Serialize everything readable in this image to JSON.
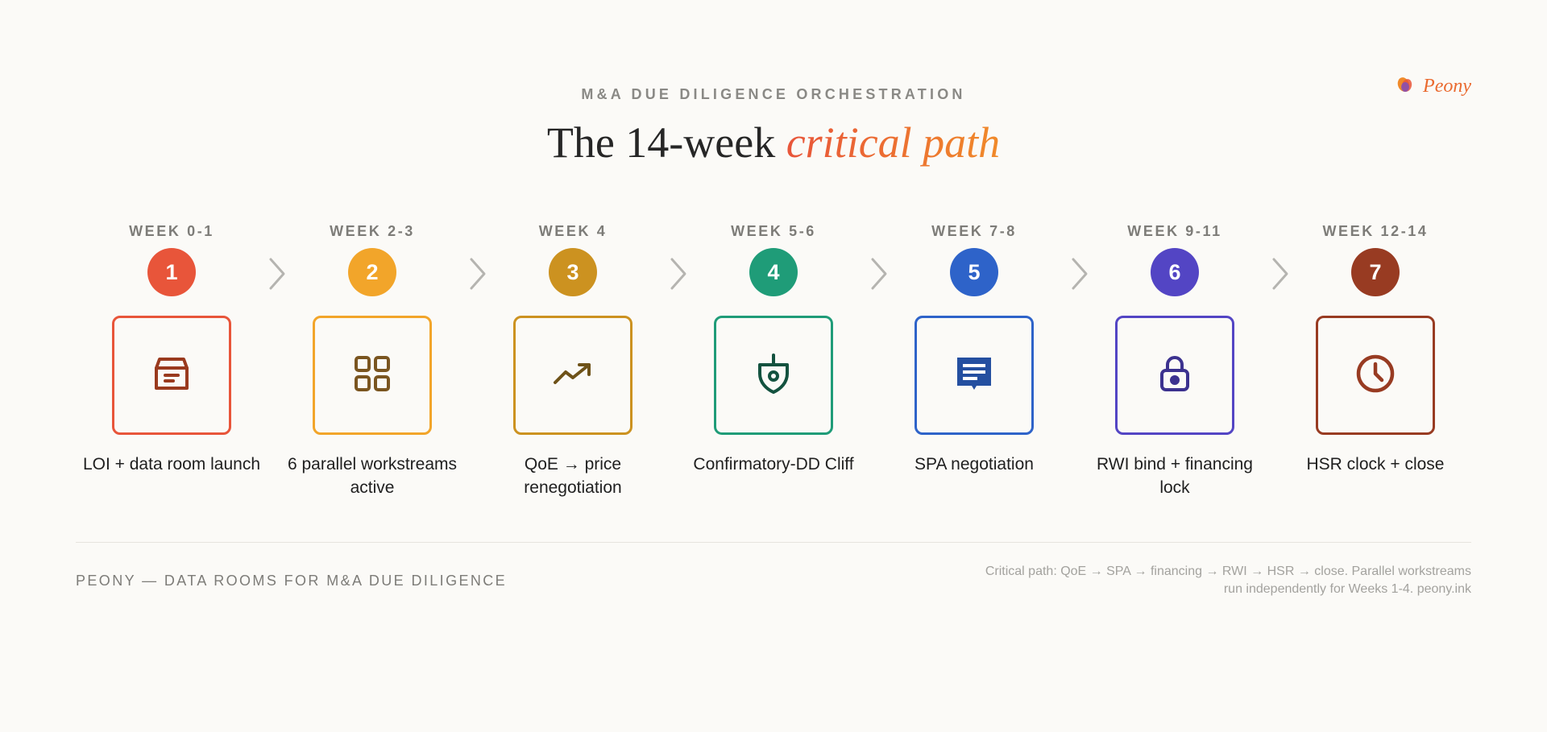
{
  "brand": {
    "name": "Peony",
    "icon": "peony-logo-icon"
  },
  "header": {
    "eyebrow": "M&A DUE DILIGENCE ORCHESTRATION",
    "title_plain": "The 14-week ",
    "title_accent": "critical path"
  },
  "steps": [
    {
      "week": "WEEK 0-1",
      "number": "1",
      "caption": "LOI + data room launch",
      "icon": "archive-box-icon",
      "color": "#e8553a",
      "icon_color": "#9a3a1e"
    },
    {
      "week": "WEEK 2-3",
      "number": "2",
      "caption": "6 parallel workstreams active",
      "icon": "grid-icon",
      "color": "#f2a52a",
      "icon_color": "#7a5520"
    },
    {
      "week": "WEEK 4",
      "number": "3",
      "caption": "QoE → price renegotiation",
      "icon": "trending-up-icon",
      "color": "#cc9220",
      "icon_color": "#6e5218"
    },
    {
      "week": "WEEK 5-6",
      "number": "4",
      "caption": "Confirmatory-DD Cliff",
      "icon": "shield-icon",
      "color": "#1f9c78",
      "icon_color": "#13523f"
    },
    {
      "week": "WEEK 7-8",
      "number": "5",
      "caption": "SPA negotiation",
      "icon": "document-icon",
      "color": "#2e63c9",
      "icon_color": "#244fa0"
    },
    {
      "week": "WEEK 9-11",
      "number": "6",
      "caption": "RWI bind + financing lock",
      "icon": "lock-icon",
      "color": "#5345c4",
      "icon_color": "#3c328f"
    },
    {
      "week": "WEEK 12-14",
      "number": "7",
      "caption": "HSR clock + close",
      "icon": "clock-icon",
      "color": "#983b22",
      "icon_color": "#983b22"
    }
  ],
  "arrow_color": "#b5b4b0",
  "footer": {
    "left": "PEONY — DATA ROOMS FOR M&A DUE DILIGENCE",
    "right_line1": "Critical path: QoE → SPA → financing → RWI → HSR → close. Parallel workstreams",
    "right_line2": "run independently for Weeks 1-4. peony.ink"
  }
}
